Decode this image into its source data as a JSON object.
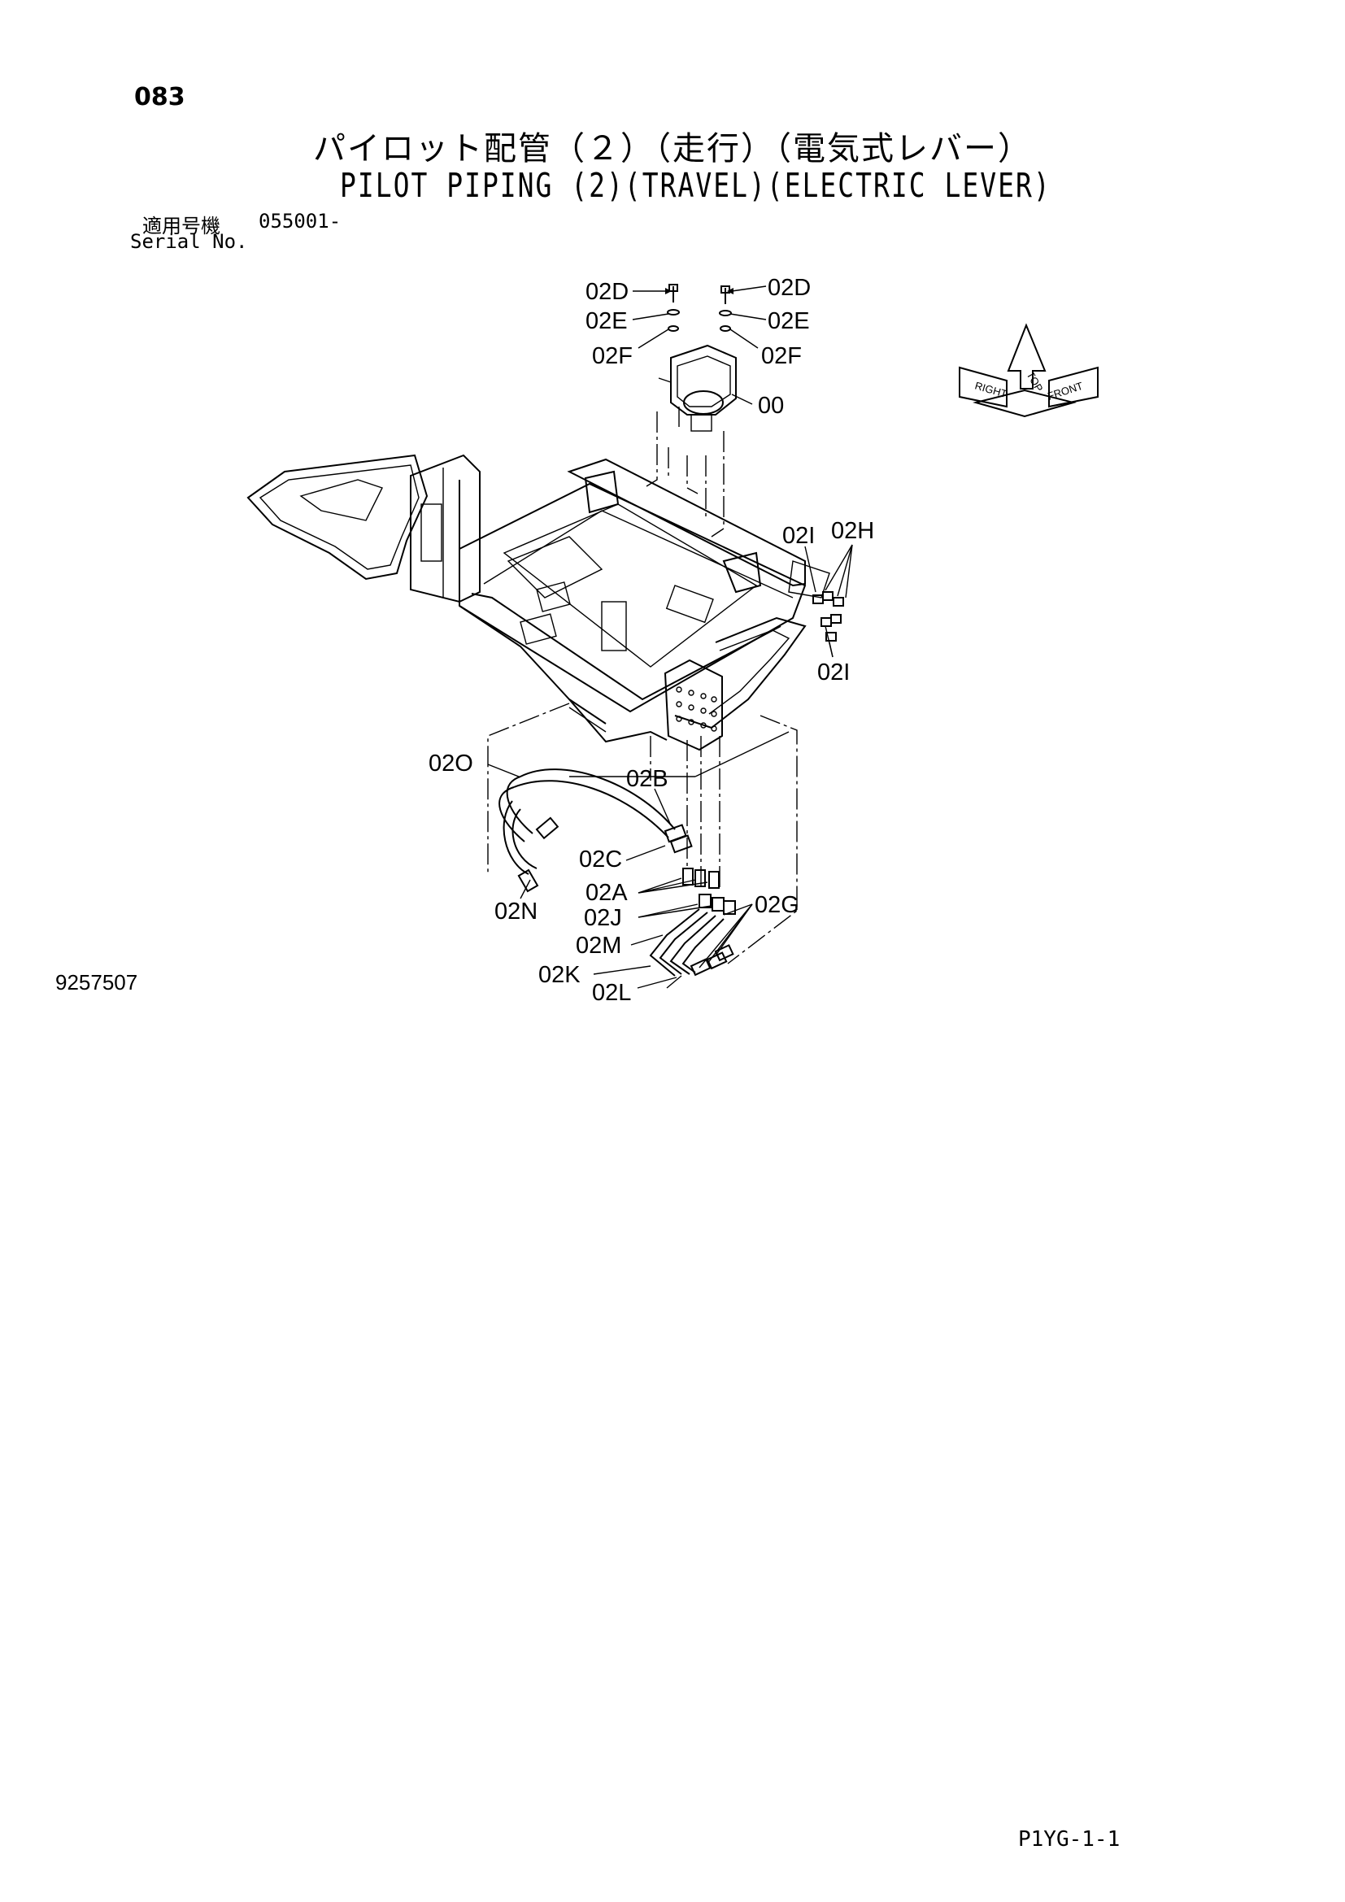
{
  "header": {
    "page_number": "083",
    "title_ja": "パイロット配管（２）（走行）（電気式レバー）",
    "title_en": "PILOT PIPING (2)(TRAVEL)(ELECTRIC LEVER)",
    "serial_label_ja": "適用号機",
    "serial_value": "055001-",
    "serial_label_en": "Serial No."
  },
  "callouts": {
    "d_left": "02D",
    "d_right": "02D",
    "e_left": "02E",
    "e_right": "02E",
    "f_left": "02F",
    "f_right": "02F",
    "assy": "00",
    "i_top": "02I",
    "h": "02H",
    "i_bottom": "02I",
    "o": "02O",
    "b": "02B",
    "c": "02C",
    "n": "02N",
    "a": "02A",
    "j": "02J",
    "g": "02G",
    "m": "02M",
    "k": "02K",
    "l": "02L"
  },
  "orientation": {
    "top": "TOP",
    "front": "FRONT",
    "right": "RIGHT"
  },
  "footer": {
    "drawing_number": "9257507",
    "sheet_code": "P1YG-1-1"
  }
}
